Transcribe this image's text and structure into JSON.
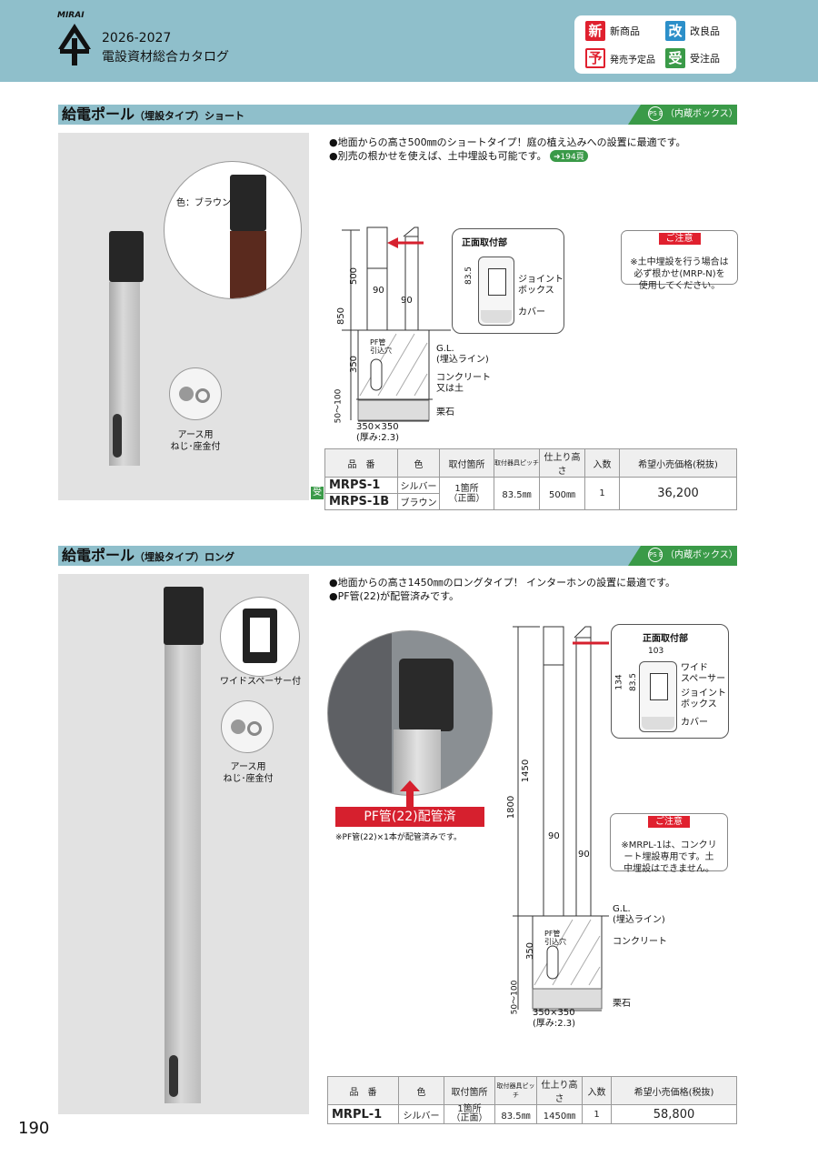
{
  "header": {
    "brand": "MIRAI",
    "year_label": "2026-2027",
    "catalog_title": "電設資材総合カタログ"
  },
  "legend": [
    {
      "badge": "新",
      "text": "新商品",
      "color": "#e0202e"
    },
    {
      "badge": "改",
      "text": "改良品",
      "color": "#2c8fc9"
    },
    {
      "badge": "予",
      "text": "発売予定品",
      "color": "#e0202e"
    },
    {
      "badge": "受",
      "text": "受注品",
      "color": "#3a9a48"
    }
  ],
  "section1": {
    "title": "給電ポール",
    "title_sub": "（埋設タイプ）ショート",
    "box_tag": "（内蔵ボックス）",
    "pse": "PS E",
    "color_label": "色：ブラウン",
    "screw_label": "アース用\nねじ･座金付",
    "bullets": [
      "●地面からの高さ500㎜のショートタイプ！庭の植え込みへの設置に最適です。",
      "●別売の根かせを使えば、土中埋設も可能です。"
    ],
    "ref": "194頁",
    "note": {
      "head": "ご注意",
      "text": "※土中埋設を行う場合は\n必ず根かせ(MRP-N)を\n使用してください。"
    },
    "diagram": {
      "front_label": "正面取付部",
      "joint_box": "ジョイント\nボックス",
      "cover": "カバー",
      "gl": "G.L.\n(埋込ライン)",
      "concrete": "コンクリート\n又は土",
      "gravel": "栗石",
      "pf": "PF管\n引込穴",
      "d500": "500",
      "d850": "850",
      "d350": "350",
      "d50": "50～100",
      "d90a": "90",
      "d90b": "90",
      "d835": "83.5",
      "base": "350×350\n(厚み:2.3)"
    },
    "table": {
      "headers": [
        "品　番",
        "色",
        "取付箇所",
        "取付器具ピッチ",
        "仕上り高さ",
        "入数",
        "希望小売価格(税抜)"
      ],
      "rows": [
        {
          "pn": "MRPS-1",
          "color": "シルバー"
        },
        {
          "pn": "MRPS-1B",
          "color": "ブラウン"
        }
      ],
      "mount": "1箇所\n（正面）",
      "pitch": "83.5㎜",
      "height": "500㎜",
      "qty": "1",
      "price": "36,200",
      "order_badge": "受"
    }
  },
  "section2": {
    "title": "給電ポール",
    "title_sub": "（埋設タイプ）ロング",
    "box_tag": "（内蔵ボックス）",
    "pse": "PS E",
    "spacer_label": "ワイドスペーサー付",
    "screw_label": "アース用\nねじ･座金付",
    "bullets": [
      "●地面からの高さ1450㎜のロングタイプ！ インターホンの設置に最適です。",
      "●PF管(22)が配管済みです。"
    ],
    "pf_banner": "PF管(22)配管済",
    "pf_note": "※PF管(22)×1本が配管済みです。",
    "note": {
      "head": "ご注意",
      "text": "※MRPL-1は、コンクリ\nート埋設専用です。土\n中埋設はできません。"
    },
    "diagram": {
      "front_label": "正面取付部",
      "d103": "103",
      "spacer": "ワイド\nスペーサー",
      "joint_box": "ジョイント\nボックス",
      "cover": "カバー",
      "d134": "134",
      "d835": "83.5",
      "d1450": "1450",
      "d1800": "1800",
      "d90a": "90",
      "d90b": "90",
      "gl": "G.L.\n(埋込ライン)",
      "concrete": "コンクリート",
      "pf": "PF管\n引込穴",
      "d350": "350",
      "d50": "50～100",
      "gravel": "栗石",
      "base": "350×350\n(厚み:2.3)"
    },
    "table": {
      "headers": [
        "品　番",
        "色",
        "取付箇所",
        "取付器具ピッチ",
        "仕上り高さ",
        "入数",
        "希望小売価格(税抜)"
      ],
      "rows": [
        {
          "pn": "MRPL-1",
          "color": "シルバー"
        }
      ],
      "mount": "1箇所\n（正面）",
      "pitch": "83.5㎜",
      "height": "1450㎜",
      "qty": "1",
      "price": "58,800"
    }
  },
  "page_number": "190"
}
